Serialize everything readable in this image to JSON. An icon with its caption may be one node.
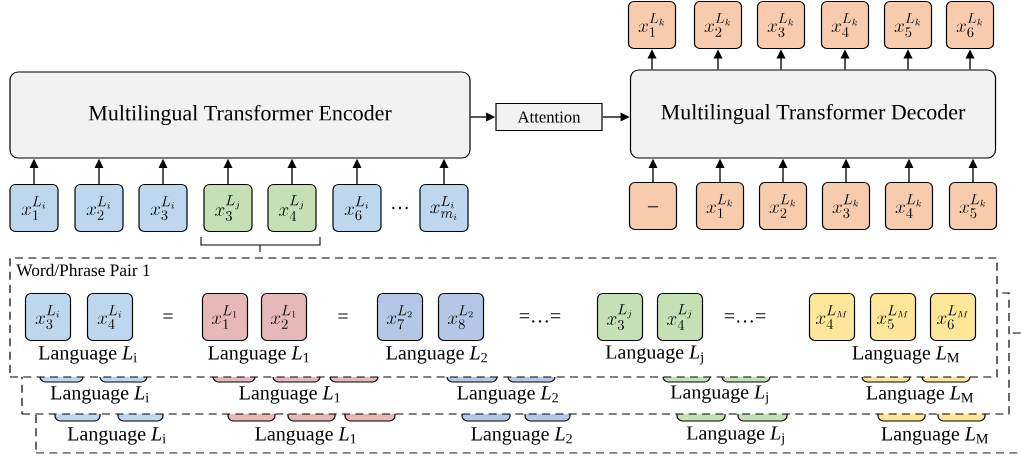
{
  "diagram": {
    "nodes": [
      {
        "text": [
          "Multilingual Transformer Encoder"
        ]
      },
      {
        "text": [
          "Attention"
        ]
      },
      {
        "text": [
          "Multilingual Transformer Decoder"
        ]
      },
      {
        "text": [
          "x_1^{L_i}"
        ]
      },
      {
        "text": [
          "x_2^{L_i}"
        ]
      },
      {
        "text": [
          "x_3^{L_i}"
        ]
      },
      {
        "text": [
          "x_3^{L_j}"
        ]
      },
      {
        "text": [
          "x_4^{L_j}"
        ]
      },
      {
        "text": [
          "x_6^{L_i}"
        ]
      },
      {
        "text": [
          "x_{m_i}^{L_i}"
        ]
      },
      {
        "text": [
          "x_1^{L_k}"
        ]
      },
      {
        "text": [
          "x_2^{L_k}"
        ]
      },
      {
        "text": [
          "x_3^{L_k}"
        ]
      },
      {
        "text": [
          "x_4^{L_k}"
        ]
      },
      {
        "text": [
          "x_5^{L_k}"
        ]
      },
      {
        "text": [
          "x_6^{L_k}"
        ]
      },
      {
        "text": [
          "_"
        ]
      },
      {
        "text": [
          "x_1^{L_k}"
        ]
      },
      {
        "text": [
          "x_2^{L_k}"
        ]
      },
      {
        "text": [
          "x_3^{L_k}"
        ]
      },
      {
        "text": [
          "x_4^{L_k}"
        ]
      },
      {
        "text": [
          "x_5^{L_k}"
        ]
      },
      {
        "text": [
          "Word/Phrase Pair 1",
          "Language *L*$_{i}$",
          "Language *L*$_{1}$",
          "Language *L*$_{2}$",
          "Language *L*$_{j}$",
          "Language *L*$_{M}$"
        ]
      },
      {
        "text": [
          "x_3^{L_i}"
        ]
      },
      {
        "text": [
          "x_4^{L_i}"
        ]
      },
      {
        "text": [
          "x_1^{L_1}"
        ]
      },
      {
        "text": [
          "x_2^{L_1}"
        ]
      },
      {
        "text": [
          "x_7^{L_2}"
        ]
      },
      {
        "text": [
          "x_8^{L_2}"
        ]
      },
      {
        "text": [
          "x_3^{L_j}"
        ]
      },
      {
        "text": [
          "x_4^{L_j}"
        ]
      },
      {
        "text": [
          "x_4^{L_M}"
        ]
      },
      {
        "text": [
          "x_5^{L_M}"
        ]
      },
      {
        "text": [
          "x_6^{L_M}"
        ]
      },
      {
        "text": [
          "Language *L*$_{i}$",
          "Language *L*$_{1}$",
          "Language *L*$_{2}$",
          "Language *L*$_{j}$",
          "Language *L*$_{M}$"
        ]
      },
      {
        "text": [
          "Language *L*$_{i}$",
          "Language *L*$_{1}$",
          "Language *L*$_{2}$",
          "Language *L*$_{j}$",
          "Language *L*$_{M}$"
        ]
      }
    ],
    "edges": [
      {
        "from": 3,
        "to": 0,
        "arrow": "to"
      },
      {
        "from": 4,
        "to": 0,
        "arrow": "to"
      },
      {
        "from": 5,
        "to": 0,
        "arrow": "to"
      },
      {
        "from": 6,
        "to": 0,
        "arrow": "to"
      },
      {
        "from": 7,
        "to": 0,
        "arrow": "to"
      },
      {
        "from": 8,
        "to": 0,
        "arrow": "to"
      },
      {
        "from": 9,
        "to": 0,
        "arrow": "to"
      },
      {
        "from": 0,
        "to": 1,
        "arrow": "to"
      },
      {
        "from": 1,
        "to": 2,
        "arrow": "to"
      },
      {
        "from": 2,
        "to": 10,
        "arrow": "to"
      },
      {
        "from": 2,
        "to": 11,
        "arrow": "to"
      },
      {
        "from": 2,
        "to": 12,
        "arrow": "to"
      },
      {
        "from": 2,
        "to": 13,
        "arrow": "to"
      },
      {
        "from": 2,
        "to": 14,
        "arrow": "to"
      },
      {
        "from": 2,
        "to": 15,
        "arrow": "to"
      },
      {
        "from": 16,
        "to": 2,
        "arrow": "to"
      },
      {
        "from": 17,
        "to": 2,
        "arrow": "to"
      },
      {
        "from": 18,
        "to": 2,
        "arrow": "to"
      },
      {
        "from": 19,
        "to": 2,
        "arrow": "to"
      },
      {
        "from": 20,
        "to": 2,
        "arrow": "to"
      },
      {
        "from": 21,
        "to": 2,
        "arrow": "to"
      }
    ],
    "labels": [
      "…",
      "=",
      "=",
      "=…=",
      "=…="
    ]
  }
}
